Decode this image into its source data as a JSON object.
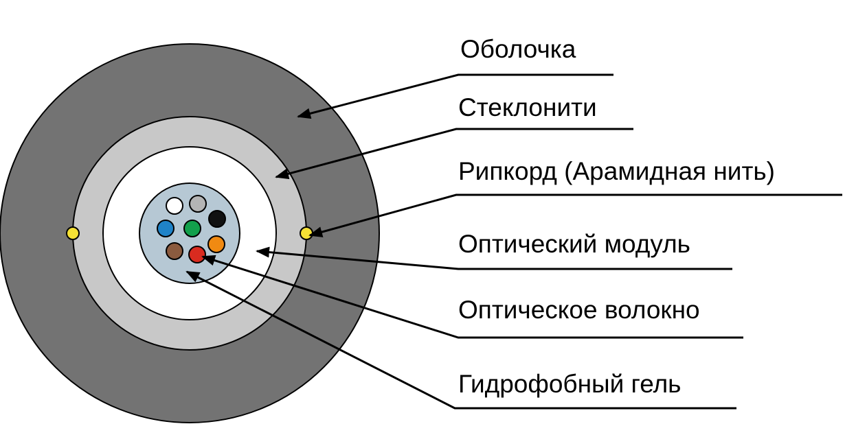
{
  "labels": {
    "sheath": "Оболочка",
    "fiberglass": "Стеклонити",
    "ripcord": "Рипкорд (Арамидная нить)",
    "module": "Оптический модуль",
    "fiber": "Оптическое волокно",
    "gel": "Гидрофобный гель"
  },
  "colors": {
    "sheath": "#737373",
    "fiberglass": "#c8c8c8",
    "buffer": "#ffffff",
    "module": "#b6c8d4",
    "ripcord": "#f5e135",
    "fibers": [
      "#ffffff",
      "#b4b4b4",
      "#111111",
      "#1f83c8",
      "#12a04c",
      "#f08a12",
      "#8b5b3f",
      "#d92b1f"
    ]
  }
}
